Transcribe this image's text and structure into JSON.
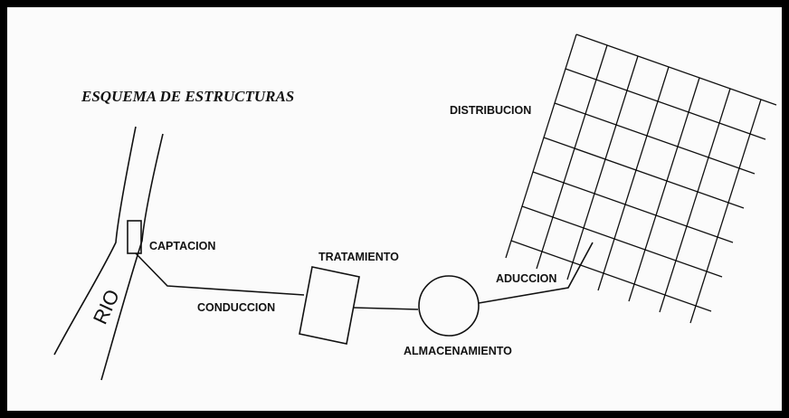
{
  "diagram": {
    "title": "ESQUEMA DE ESTRUCTURAS",
    "labels": {
      "rio": "RIO",
      "captacion": "CAPTACION",
      "conduccion": "CONDUCCION",
      "tratamiento": "TRATAMIENTO",
      "almacenamiento": "ALMACENAMIENTO",
      "aduccion": "ADUCCION",
      "distribucion": "DISTRIBUCION"
    }
  }
}
